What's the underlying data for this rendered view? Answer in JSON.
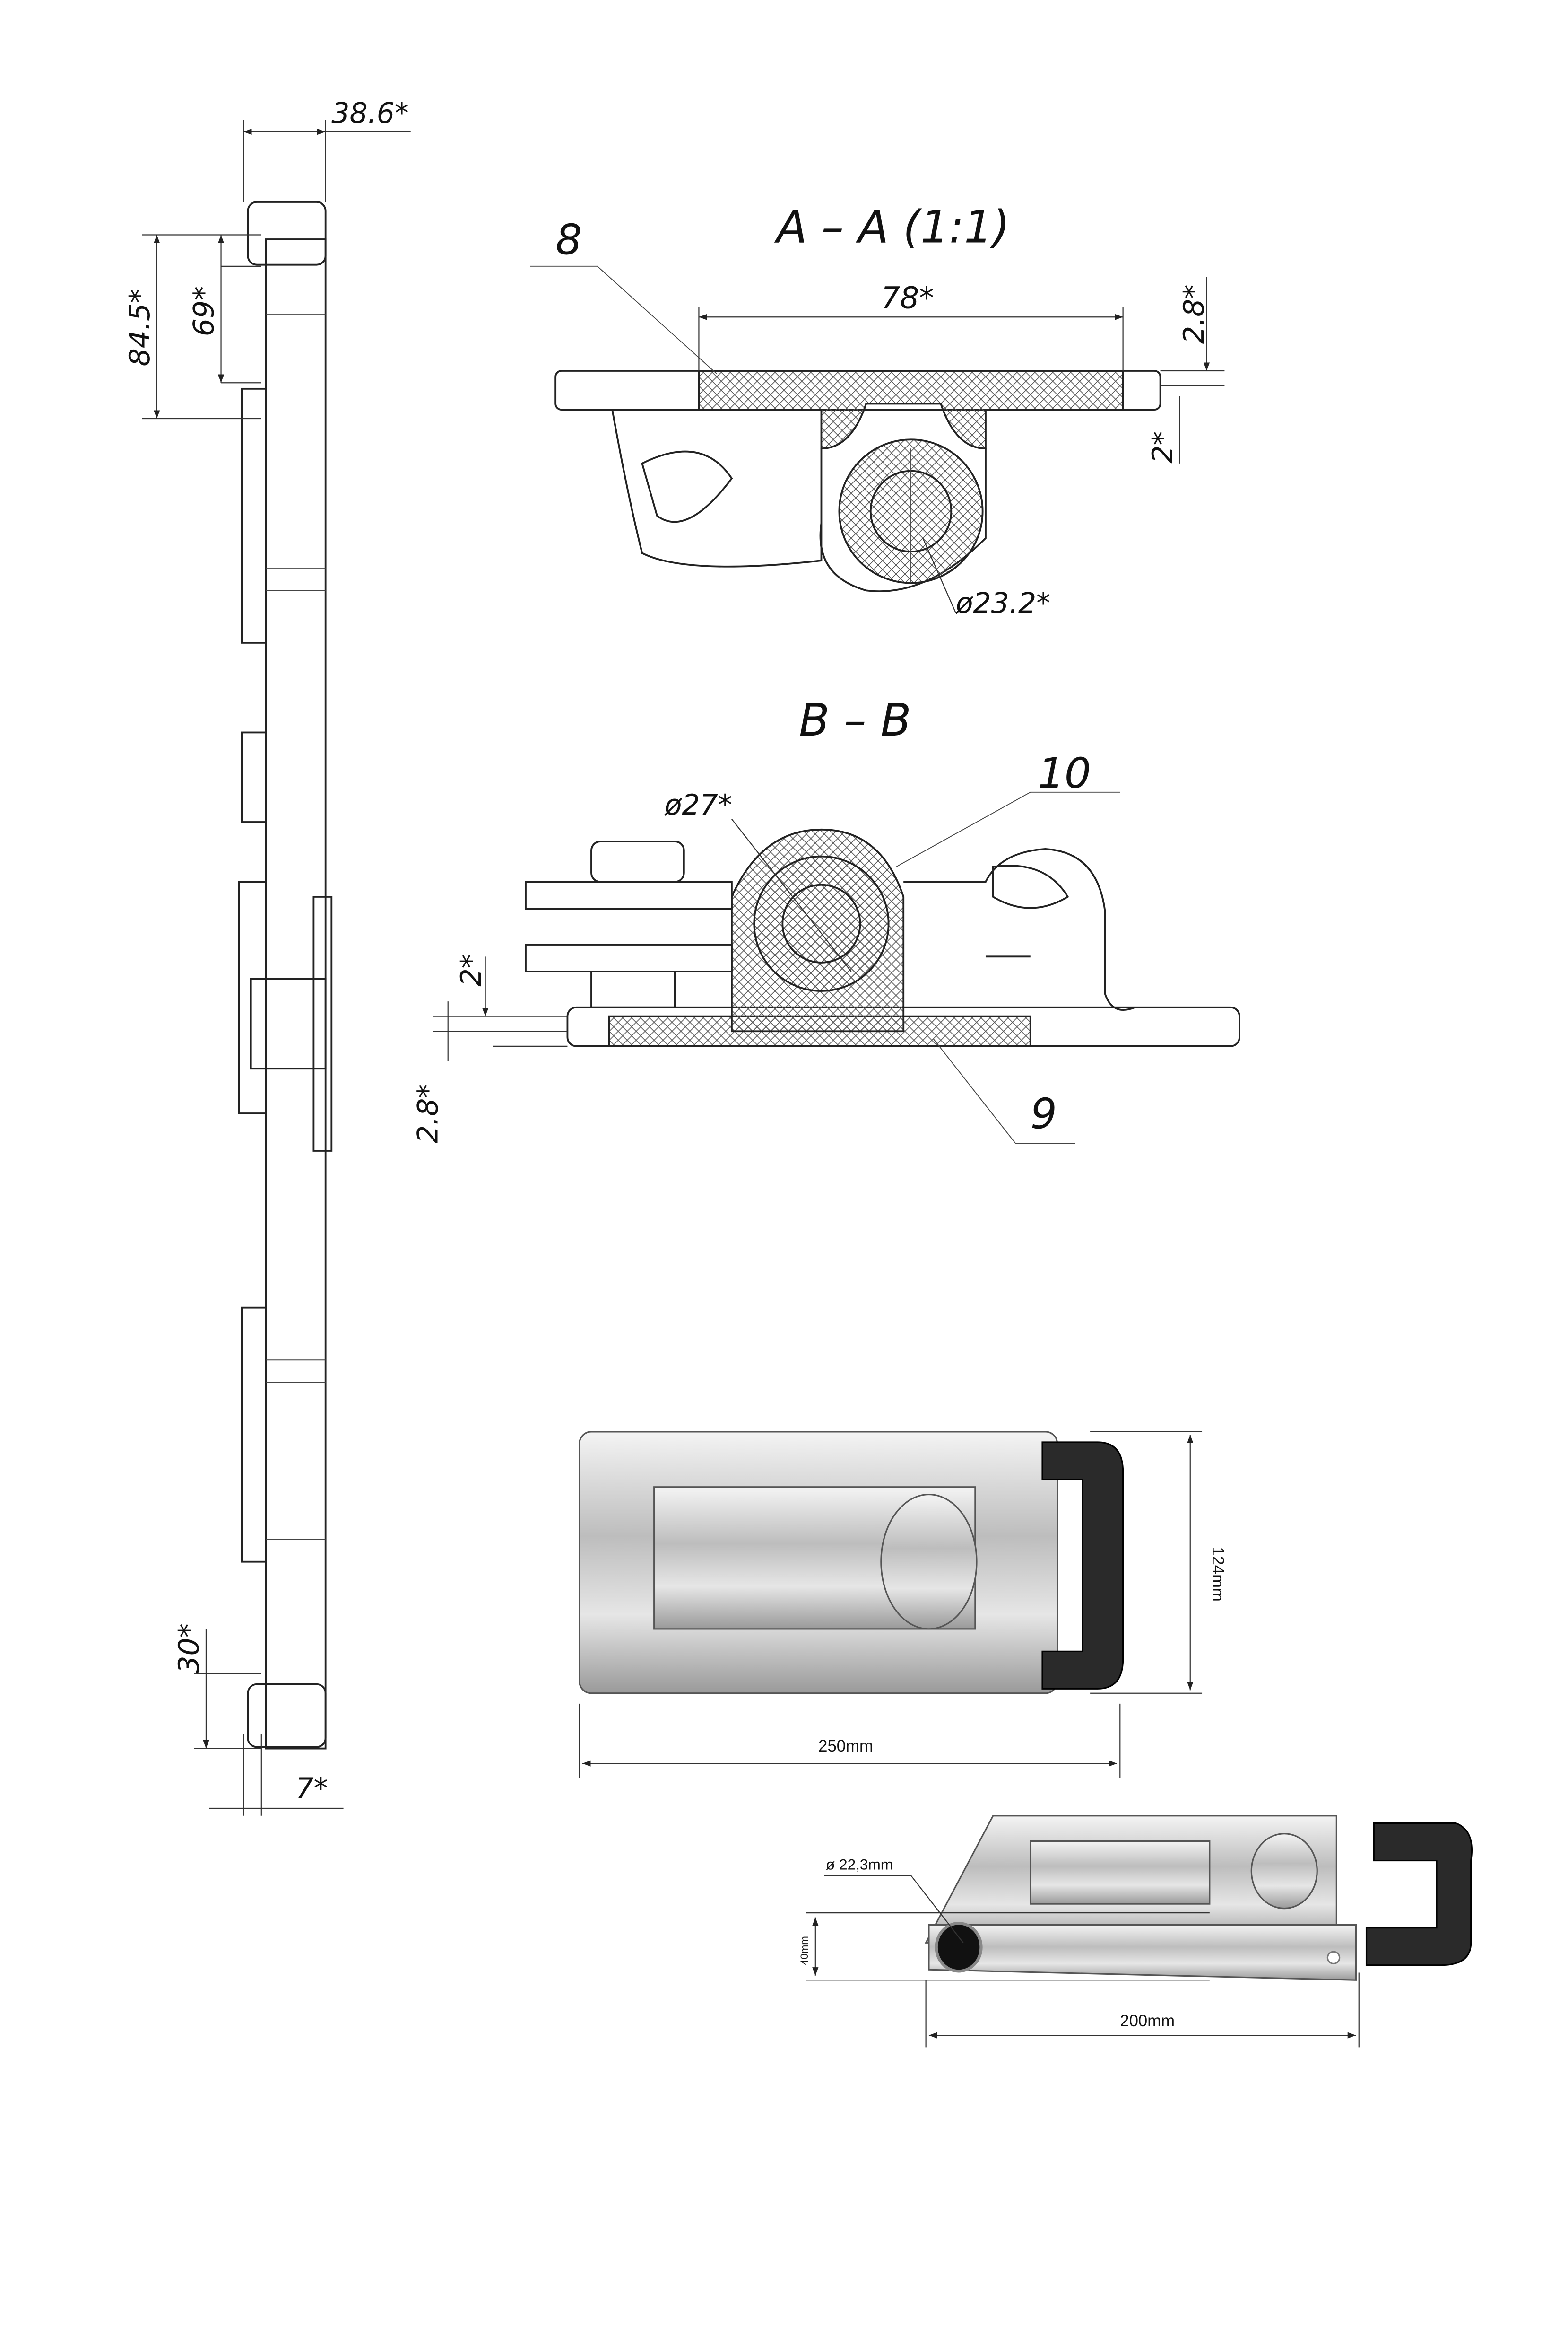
{
  "side_view": {
    "width_dim": "38.6*",
    "dim_a": "84.5*",
    "dim_b": "69*",
    "dim_c": "30*",
    "dim_d": "7*"
  },
  "section_aa": {
    "title": "A – A (1:1)",
    "callout": "8",
    "width_dim": "78*",
    "thickness_dim": "2.8*",
    "gap_dim": "2*",
    "diameter_dim": "ø23.2*"
  },
  "section_bb": {
    "title": "B – B",
    "callout_top": "10",
    "callout_bottom": "9",
    "diameter_dim": "ø27*",
    "gap_dim": "2*",
    "thickness_dim": "2.8*"
  },
  "photo_top": {
    "height_dim": "124mm",
    "length_dim": "250mm"
  },
  "photo_persp": {
    "diameter_dim": "ø 22,3mm",
    "height_dim": "40mm",
    "length_dim": "200mm"
  }
}
